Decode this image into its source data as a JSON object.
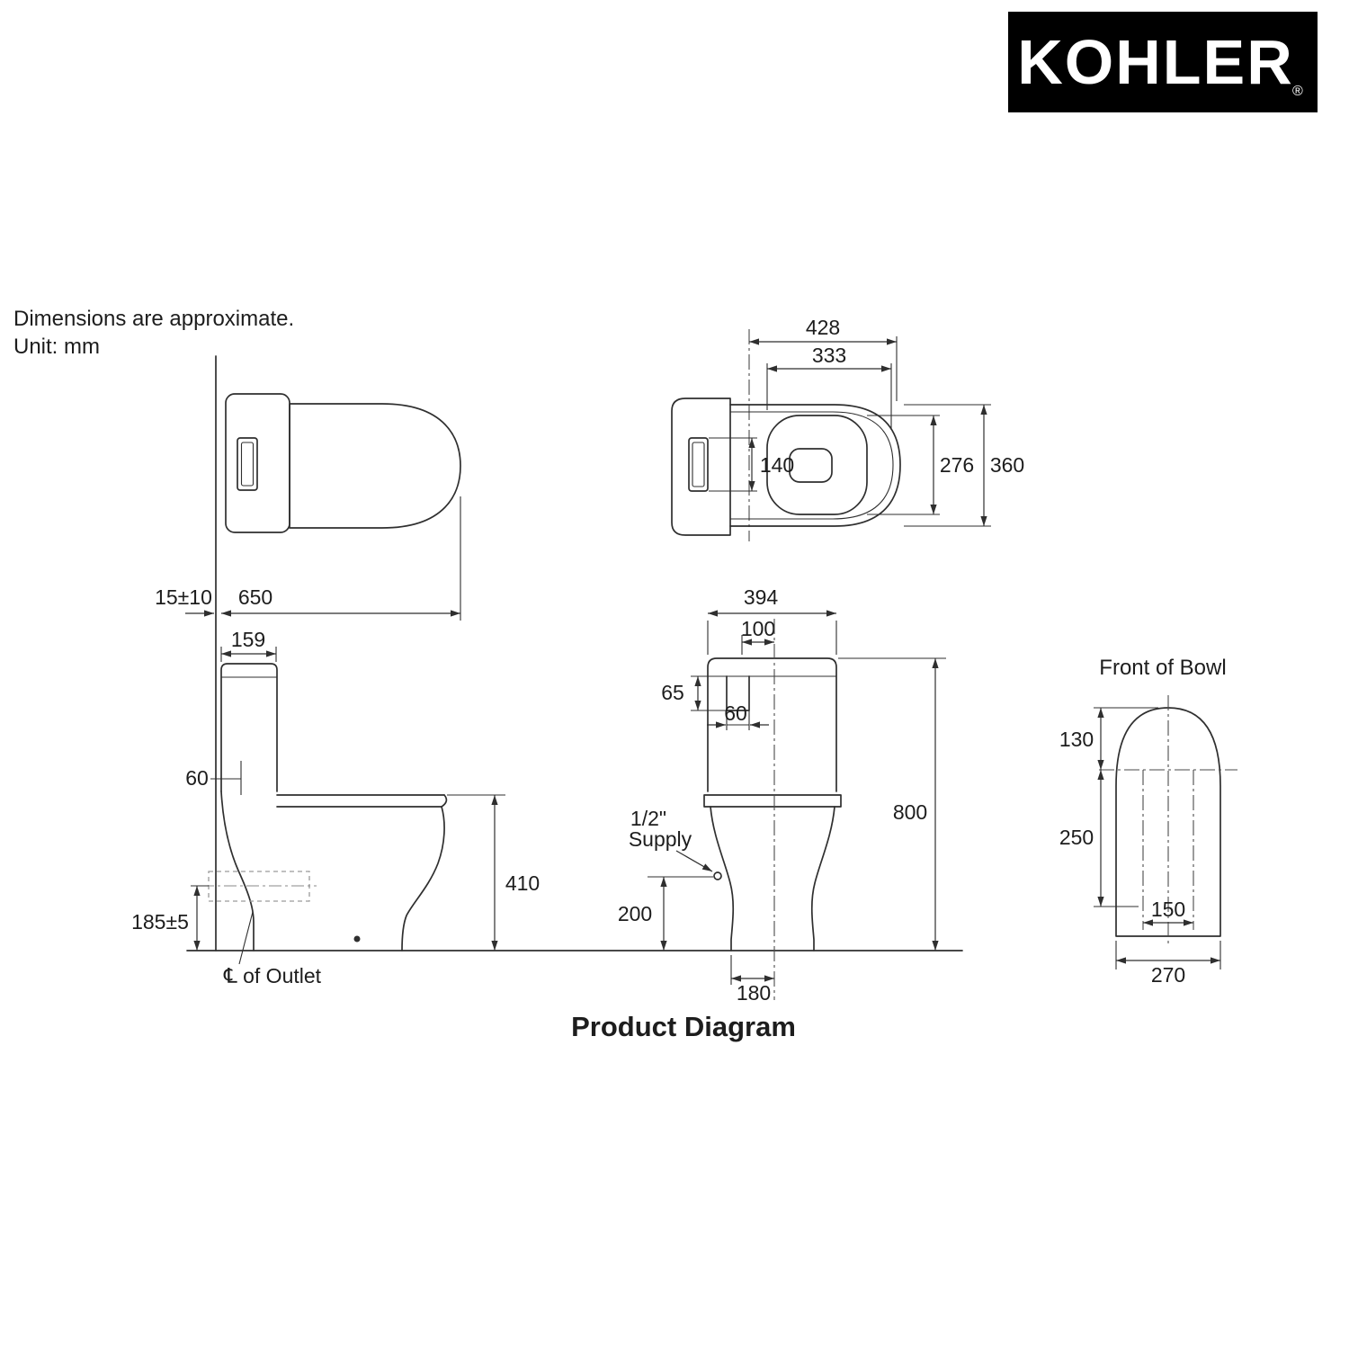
{
  "header": {
    "note_line1": "Dimensions are approximate.",
    "note_line2": "Unit: mm"
  },
  "brand": {
    "name": "KOHLER",
    "registered": "®"
  },
  "title": "Product Diagram",
  "side_view": {
    "wall_gap": "15±10",
    "overall_depth": "650",
    "tank_depth": "159",
    "seat_offset": "60",
    "rim_height": "410",
    "outlet_height": "185±5",
    "outlet_label": "℄ of Outlet"
  },
  "top_view": {
    "seat_length": "428",
    "opening_length": "333",
    "button_length": "140",
    "opening_width": "276",
    "bowl_width": "360"
  },
  "front_view": {
    "tank_width": "394",
    "inlet_offset": "100",
    "inlet_depth": "65",
    "inlet_width": "60",
    "supply_line1": "1/2\"",
    "supply_line2": "Supply",
    "total_height": "800",
    "supply_height": "200",
    "base_offset": "180"
  },
  "bowl_front_view": {
    "label": "Front of Bowl",
    "lid_top": "130",
    "lid_mid": "250",
    "inner_width": "150",
    "overall_width": "270"
  }
}
